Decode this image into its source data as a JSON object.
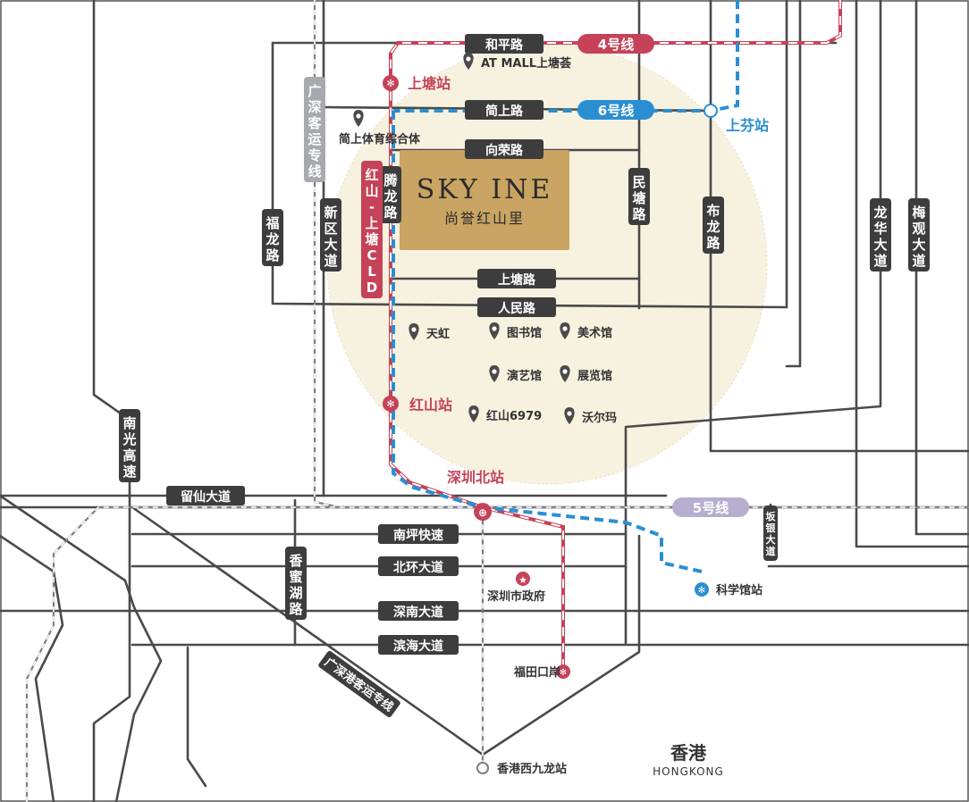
{
  "colors": {
    "line4": "#c64258",
    "line6": "#2a8fd2",
    "line5": "#b6afd0",
    "clds": "#c64258",
    "railway": "#7c7f86",
    "road": "#4a4a4a",
    "labelBox": "#3d3d3d",
    "project": "#c9a462",
    "halo": "#f6eedb"
  },
  "project": {
    "name": "SKY  INE",
    "subname": "尚誉红山里"
  },
  "lines": {
    "line4": "4号线",
    "line6": "6号线",
    "line5": "5号线",
    "cld": "红山-上塘CLD"
  },
  "roads_h": {
    "heping": "和平路",
    "jianshang": "简上路",
    "xiangrong": "向荣路",
    "shangtang": "上塘路",
    "renmin": "人民路",
    "liuxian": "留仙大道",
    "nanping": "南坪快速",
    "beihuan": "北环大道",
    "shennan": "深南大道",
    "binhai": "滨海大道"
  },
  "roads_v": {
    "guangshen": "广深客运专线",
    "fulong": "福龙路",
    "xinqu": "新区大道",
    "tenglong": "腾龙路",
    "mintang": "民塘路",
    "bulong": "布龙路",
    "longhua": "龙华大道",
    "meiguan": "梅观大道",
    "nanguang": "南光高速",
    "xiangmihu": "香蜜湖路",
    "bantian": "坂银大道"
  },
  "diagonal": {
    "guangshen_hk": "广深港客运专线"
  },
  "stations": {
    "shangtang": "上塘站",
    "shangfen": "上芬站",
    "hongshan": "红山站",
    "shenzhenbei": "深圳北站",
    "kexueguan": "科学馆站",
    "futian": "福田口岸",
    "xijiulong": "香港西九龙站"
  },
  "pois": {
    "atmall": "AT MALL上塘荟",
    "sports": "简上体育综合体",
    "tianhong": "天虹",
    "library": "图书馆",
    "artmuseum": "美术馆",
    "theater": "演艺馆",
    "exhibition": "展览馆",
    "hongshan6979": "红山6979",
    "walmart": "沃尔玛",
    "citygov": "深圳市政府"
  },
  "region": {
    "hk_cn": "香港",
    "hk_en": "HONGKONG"
  }
}
